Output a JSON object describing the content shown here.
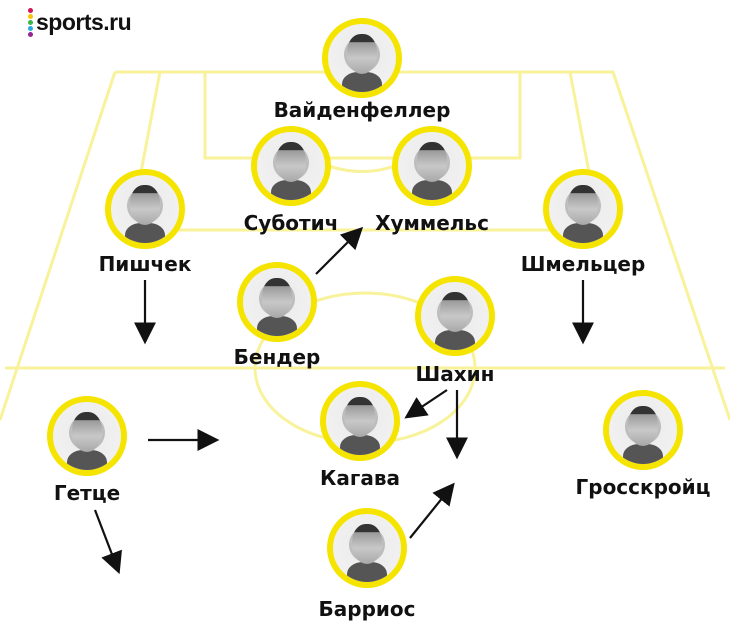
{
  "logo": {
    "text": "sports.ru",
    "dot_colors": [
      "#d4145a",
      "#f7c600",
      "#39b54a",
      "#29abe2",
      "#93278f"
    ]
  },
  "colors": {
    "ring": "#f5e400",
    "pitch_lines": "#f8f29a",
    "arrows": "#111111"
  },
  "players": [
    {
      "name": "Вайденфеллер"
    },
    {
      "name": "Суботич"
    },
    {
      "name": "Хуммельс"
    },
    {
      "name": "Пишчек"
    },
    {
      "name": "Шмельцер"
    },
    {
      "name": "Бендер"
    },
    {
      "name": "Шахин"
    },
    {
      "name": "Гетце"
    },
    {
      "name": "Кагава"
    },
    {
      "name": "Гросскройц"
    },
    {
      "name": "Барриос"
    }
  ]
}
